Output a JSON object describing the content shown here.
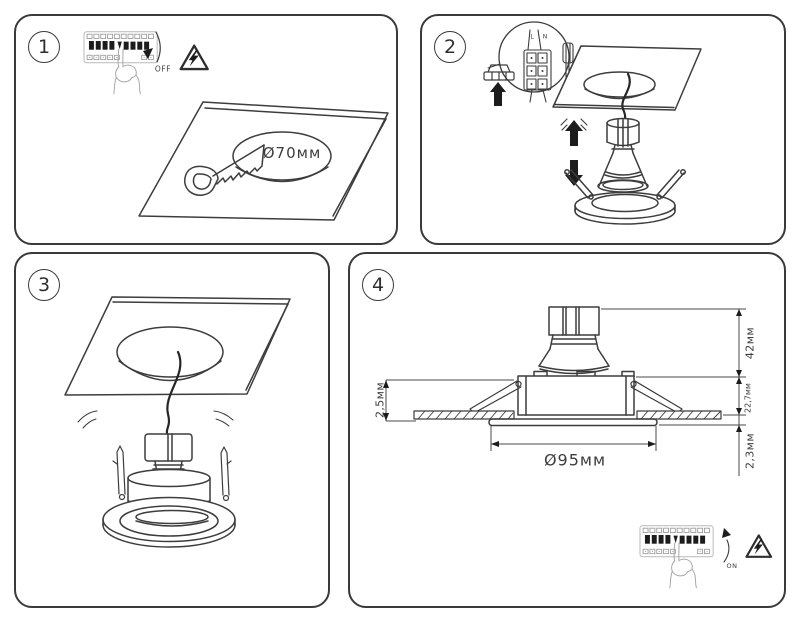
{
  "colors": {
    "background": "#ffffff",
    "line": "#3d3d3d",
    "light_line": "#a8a8a8",
    "fill_dark": "#1c1c1c"
  },
  "steps": {
    "step1": {
      "number": "1",
      "power_state": "OFF",
      "cutout_label": "Ø70мм"
    },
    "step2": {
      "number": "2",
      "terminal_live": "L",
      "terminal_neutral": "N"
    },
    "step3": {
      "number": "3"
    },
    "step4": {
      "number": "4",
      "power_state": "ON",
      "dim_height_above_ceiling": "42мм",
      "dim_recess_depth": "22,7мм",
      "dim_trim_protrusion": "2,3мм",
      "dim_flange_thickness": "2,5мм",
      "dim_trim_diameter": "Ø95мм"
    }
  },
  "icons": {
    "warning": "high-voltage-triangle",
    "breaker": "circuit-breaker-strip",
    "saw": "keyhole-saw",
    "screwdriver": "flat-screwdriver",
    "hand": "pressing-hand"
  }
}
